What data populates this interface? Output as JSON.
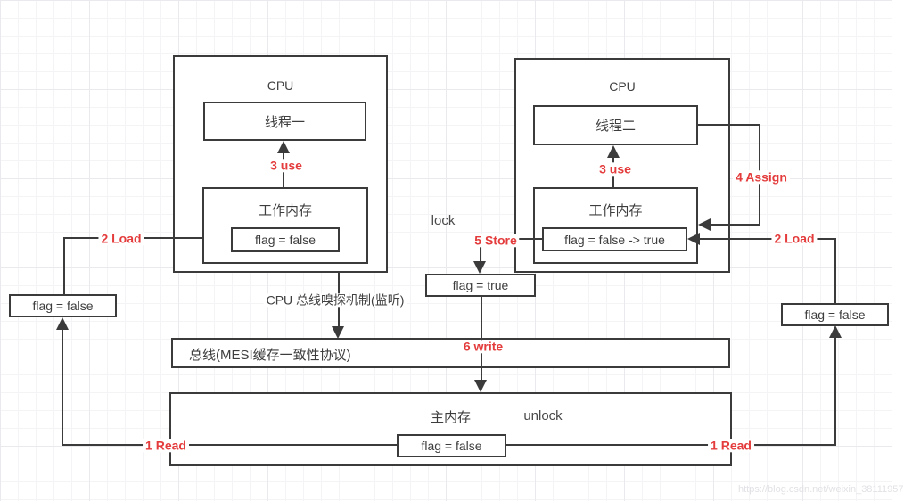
{
  "colors": {
    "accent_red": "#e43c3c",
    "line": "#3b3b3b"
  },
  "cpu_left": {
    "title": "CPU",
    "thread": "线程一",
    "working_memory": "工作内存",
    "flag": "flag = false"
  },
  "cpu_right": {
    "title": "CPU",
    "thread": "线程二",
    "working_memory": "工作内存",
    "flag": "flag = false -> true"
  },
  "steps": {
    "read_left": "1 Read",
    "read_right": "1 Read",
    "load_left": "2 Load",
    "load_right": "2 Load",
    "use_left": "3 use",
    "use_right": "3 use",
    "assign": "4 Assign",
    "store": "5 Store",
    "write": "6 write"
  },
  "annotations": {
    "lock": "lock",
    "unlock": "unlock",
    "bus_sniff": "CPU 总线嗅探机制(监听)"
  },
  "bus": {
    "label": "总线(MESI缓存一致性协议)"
  },
  "main_memory": {
    "title": "主内存",
    "flag": "flag = false"
  },
  "standalone_flags": {
    "left": "flag = false",
    "right": "flag = false",
    "true_value": "flag = true"
  },
  "watermark": "https://blog.csdn.net/weixin_38111957"
}
